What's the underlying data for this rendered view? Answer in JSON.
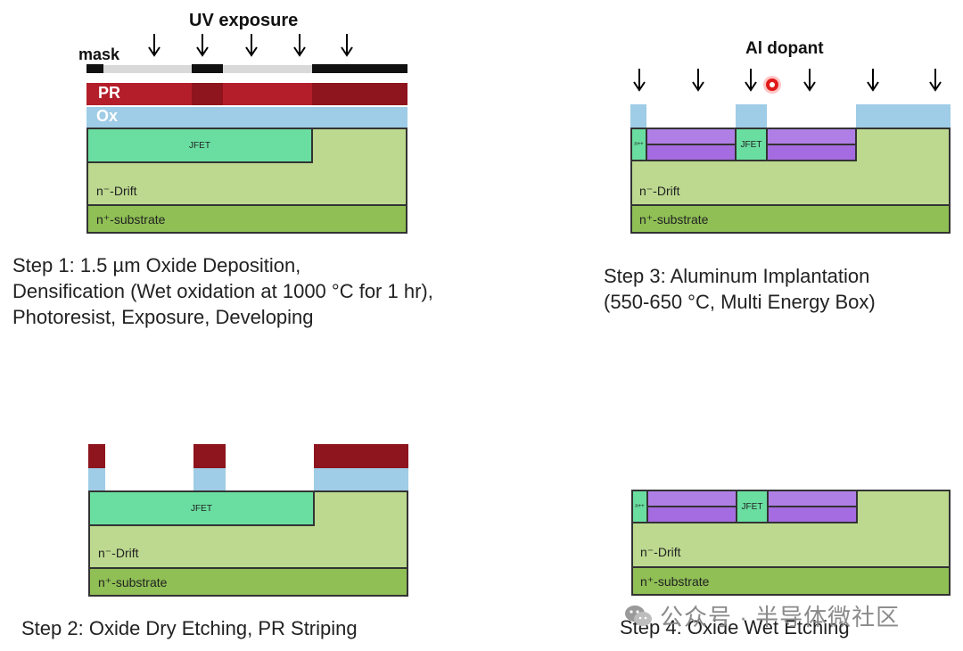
{
  "step1": {
    "uv_label": "UV exposure",
    "mask_label": "mask",
    "pr_label": "PR",
    "ox_label": "Ox",
    "jfet_label": "JFET",
    "drift_label": "n⁻-Drift",
    "substrate_label": "n⁺-substrate",
    "caption_lines": [
      "Step 1: 1.5 µm Oxide Deposition,",
      "Densification (Wet oxidation at 1000 °C for 1 hr),",
      "Photoresist, Exposure, Developing"
    ]
  },
  "step2": {
    "jfet_label": "JFET",
    "drift_label": "n⁻-Drift",
    "substrate_label": "n⁺-substrate",
    "caption": "Step 2: Oxide Dry Etching, PR Striping"
  },
  "step3": {
    "dopant_label": "Al dopant",
    "jfet_label": "JFET",
    "small_label": "n++",
    "drift_label": "n⁻-Drift",
    "substrate_label": "n⁺-substrate",
    "caption_lines": [
      "Step 3: Aluminum Implantation",
      "(550-650 °C, Multi Energy Box)"
    ]
  },
  "step4": {
    "jfet_label": "JFET",
    "small_label": "n++",
    "drift_label": "n⁻-Drift",
    "substrate_label": "n⁺-substrate",
    "caption": "Step 4: Oxide Wet Etching"
  },
  "watermark": {
    "text": "公众号 · 半导体微社区"
  },
  "colors": {
    "pr": "#b41e2a",
    "ox": "#9fcce6",
    "jfet": "#69dea0",
    "drift": "#bcd98f",
    "substrate": "#8fbf55",
    "p_implant": "#a56be0"
  },
  "icons": {
    "arrow": "down-arrow-icon",
    "dopant": "dopant-dot-icon",
    "wechat": "wechat-icon"
  }
}
